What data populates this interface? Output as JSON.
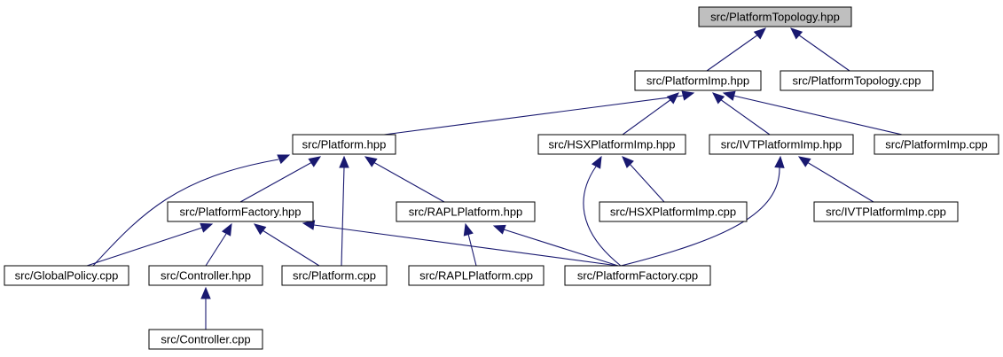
{
  "diagram": {
    "type": "include-dependency-graph",
    "colors": {
      "edge": "#191970",
      "root_fill": "#bfbfbf",
      "node_fill": "#ffffff",
      "node_border": "#000000"
    },
    "nodes": [
      {
        "id": "topology_hpp",
        "label": "src/PlatformTopology.hpp",
        "root": true
      },
      {
        "id": "imp_hpp",
        "label": "src/PlatformImp.hpp"
      },
      {
        "id": "topology_cpp",
        "label": "src/PlatformTopology.cpp"
      },
      {
        "id": "platform_hpp",
        "label": "src/Platform.hpp"
      },
      {
        "id": "hsx_hpp",
        "label": "src/HSXPlatformImp.hpp"
      },
      {
        "id": "ivt_hpp",
        "label": "src/IVTPlatformImp.hpp"
      },
      {
        "id": "imp_cpp",
        "label": "src/PlatformImp.cpp"
      },
      {
        "id": "factory_hpp",
        "label": "src/PlatformFactory.hpp"
      },
      {
        "id": "rapl_hpp",
        "label": "src/RAPLPlatform.hpp"
      },
      {
        "id": "hsx_cpp",
        "label": "src/HSXPlatformImp.cpp"
      },
      {
        "id": "ivt_cpp",
        "label": "src/IVTPlatformImp.cpp"
      },
      {
        "id": "globalpolicy_cpp",
        "label": "src/GlobalPolicy.cpp"
      },
      {
        "id": "controller_hpp",
        "label": "src/Controller.hpp"
      },
      {
        "id": "platform_cpp",
        "label": "src/Platform.cpp"
      },
      {
        "id": "rapl_cpp",
        "label": "src/RAPLPlatform.cpp"
      },
      {
        "id": "factory_cpp",
        "label": "src/PlatformFactory.cpp"
      },
      {
        "id": "controller_cpp",
        "label": "src/Controller.cpp"
      }
    ],
    "edges": [
      {
        "from": "imp_hpp",
        "to": "topology_hpp"
      },
      {
        "from": "topology_cpp",
        "to": "topology_hpp"
      },
      {
        "from": "platform_hpp",
        "to": "imp_hpp"
      },
      {
        "from": "hsx_hpp",
        "to": "imp_hpp"
      },
      {
        "from": "ivt_hpp",
        "to": "imp_hpp"
      },
      {
        "from": "imp_cpp",
        "to": "imp_hpp"
      },
      {
        "from": "globalpolicy_cpp",
        "to": "platform_hpp"
      },
      {
        "from": "factory_hpp",
        "to": "platform_hpp"
      },
      {
        "from": "platform_cpp",
        "to": "platform_hpp"
      },
      {
        "from": "rapl_hpp",
        "to": "platform_hpp"
      },
      {
        "from": "factory_cpp",
        "to": "hsx_hpp"
      },
      {
        "from": "hsx_cpp",
        "to": "hsx_hpp"
      },
      {
        "from": "factory_cpp",
        "to": "ivt_hpp"
      },
      {
        "from": "ivt_cpp",
        "to": "ivt_hpp"
      },
      {
        "from": "globalpolicy_cpp",
        "to": "factory_hpp"
      },
      {
        "from": "controller_hpp",
        "to": "factory_hpp"
      },
      {
        "from": "platform_cpp",
        "to": "factory_hpp"
      },
      {
        "from": "factory_cpp",
        "to": "factory_hpp"
      },
      {
        "from": "rapl_cpp",
        "to": "rapl_hpp"
      },
      {
        "from": "factory_cpp",
        "to": "rapl_hpp"
      },
      {
        "from": "controller_cpp",
        "to": "controller_hpp"
      }
    ]
  }
}
